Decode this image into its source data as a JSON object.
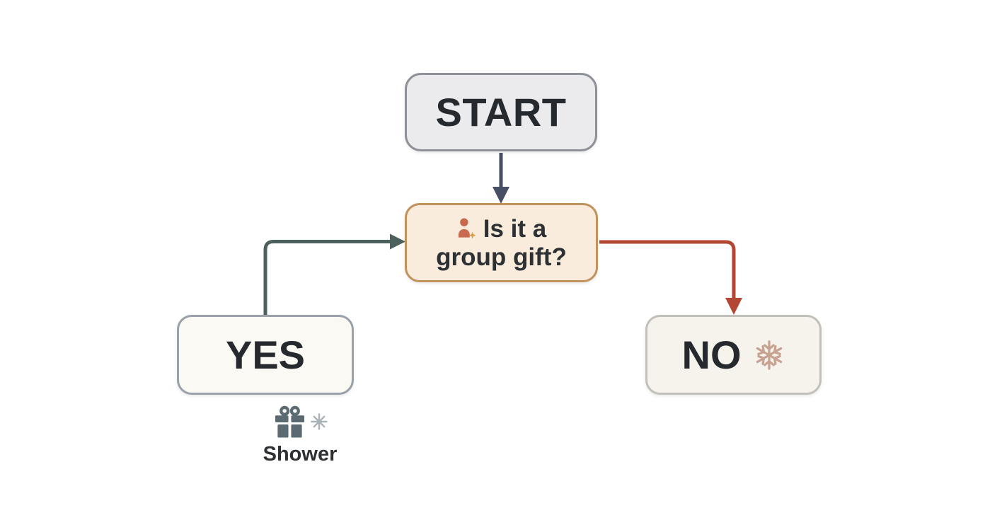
{
  "page": {
    "background_color": "#ffffff",
    "type": "flowchart"
  },
  "flowchart": {
    "nodes": {
      "start": {
        "label": "START",
        "fill": "#ebebee",
        "border": "#8f9198"
      },
      "question": {
        "line1": "Is it a",
        "line2": "group gift?",
        "icon": "person-sparkle-icon",
        "fill": "#f9ecdc",
        "border": "#c2925c"
      },
      "yes": {
        "label": "YES",
        "fill": "#fbf9f4",
        "border": "#9aa1a9"
      },
      "no": {
        "label": "NO",
        "icon": "snowflake-icon",
        "fill": "#f6f3ed",
        "border": "#c1c0bb"
      },
      "outcome": {
        "label": "Shower",
        "icons": [
          "gift-icon",
          "sparkle-icon"
        ]
      }
    },
    "edges": [
      {
        "from": "start",
        "to": "question",
        "shape": "straight-down",
        "color": "#474f64"
      },
      {
        "from": "yes",
        "to": "question",
        "shape": "up-then-right",
        "color": "#4c605e"
      },
      {
        "from": "question",
        "to": "no",
        "shape": "right-then-down",
        "color": "#b34733"
      }
    ],
    "colors": {
      "edge_start_question": "#474f64",
      "edge_yes_question": "#4c605e",
      "edge_question_no": "#b34733",
      "person_icon": "#c96a50",
      "person_sparkle": "#dd9b4a",
      "snowflake_icon": "#c8a291",
      "gift_icon": "#5c6b72",
      "gift_sparkle": "#a8b2b7",
      "text_dark": "#26292e"
    }
  }
}
